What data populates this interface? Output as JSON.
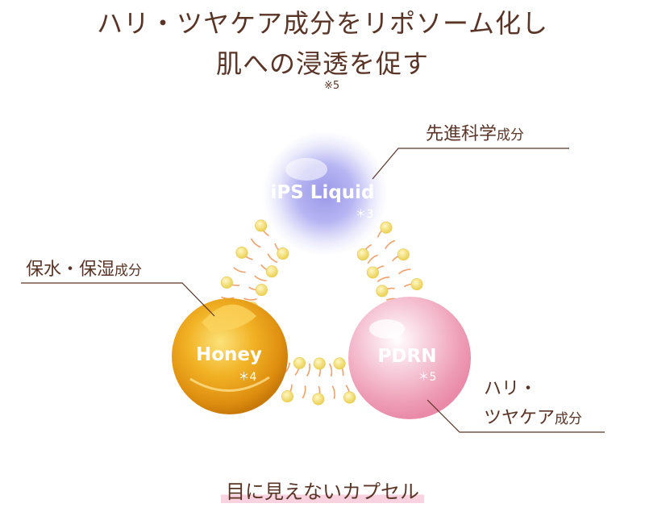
{
  "heading": {
    "line1": "ハリ・ツヤケア成分をリポソーム化し",
    "line2": "肌への浸透を促す",
    "note": "※5"
  },
  "capsules": {
    "ips": {
      "name": "iPS Liquid",
      "note": "＊3",
      "category": "先進科学",
      "category_suffix": "成分"
    },
    "honey": {
      "name": "Honey",
      "note": "＊4",
      "category": "保水・保湿",
      "category_suffix": "成分"
    },
    "pdrn": {
      "name": "PDRN",
      "note": "＊5",
      "category_line1": "ハリ・",
      "category_line2": "ツヤケア",
      "category_suffix": "成分"
    }
  },
  "footer": {
    "caption": "目に見えないカプセル"
  },
  "colors": {
    "text": "#5a3426",
    "bead": "#f3e07a",
    "tail": "#f0a06a",
    "ips_glow": "#b9b6f0",
    "honey": "#e9a31c",
    "pdrn": "#f1b6c9",
    "underline": "#f8d2de"
  }
}
